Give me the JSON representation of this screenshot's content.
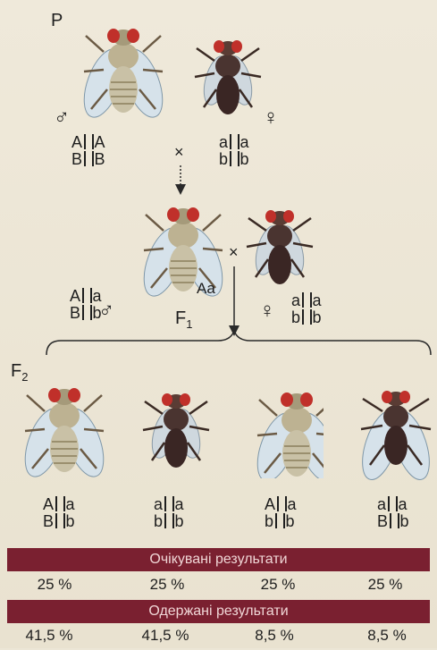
{
  "labels": {
    "p": "P",
    "f1": "F",
    "f1_sub": "1",
    "f2": "F",
    "f2_sub": "2",
    "cross1": "×",
    "cross2": "×",
    "aa": "Aa",
    "male": "♂",
    "female": "♀"
  },
  "genotypes": {
    "p_male": {
      "top_l": "A",
      "top_r": "A",
      "bot_l": "B",
      "bot_r": "B"
    },
    "p_female": {
      "top_l": "a",
      "top_r": "a",
      "bot_l": "b",
      "bot_r": "b"
    },
    "f1_male": {
      "top_l": "A",
      "top_r": "a",
      "bot_l": "B",
      "bot_r": "b"
    },
    "f1_female": {
      "top_l": "a",
      "top_r": "a",
      "bot_l": "b",
      "bot_r": "b"
    },
    "f2": [
      {
        "top_l": "A",
        "top_r": "a",
        "bot_l": "B",
        "bot_r": "b"
      },
      {
        "top_l": "a",
        "top_r": "a",
        "bot_l": "b",
        "bot_r": "b"
      },
      {
        "top_l": "A",
        "top_r": "a",
        "bot_l": "b",
        "bot_r": "b"
      },
      {
        "top_l": "a",
        "top_r": "a",
        "bot_l": "B",
        "bot_r": "b"
      }
    ]
  },
  "table": {
    "expected_title": "Очікувані результати",
    "expected": [
      "25 %",
      "25 %",
      "25 %",
      "25 %"
    ],
    "observed_title": "Одержані результати",
    "observed": [
      "41,5 %",
      "41,5 %",
      "8,5 %",
      "8,5 %"
    ]
  },
  "colors": {
    "band": "#7a2030",
    "band_text": "#f0d6d6",
    "grey_body": "#c9c1a6",
    "black_body": "#3a2624",
    "eye": "#c0302a",
    "wing": "#d6e2ea"
  }
}
